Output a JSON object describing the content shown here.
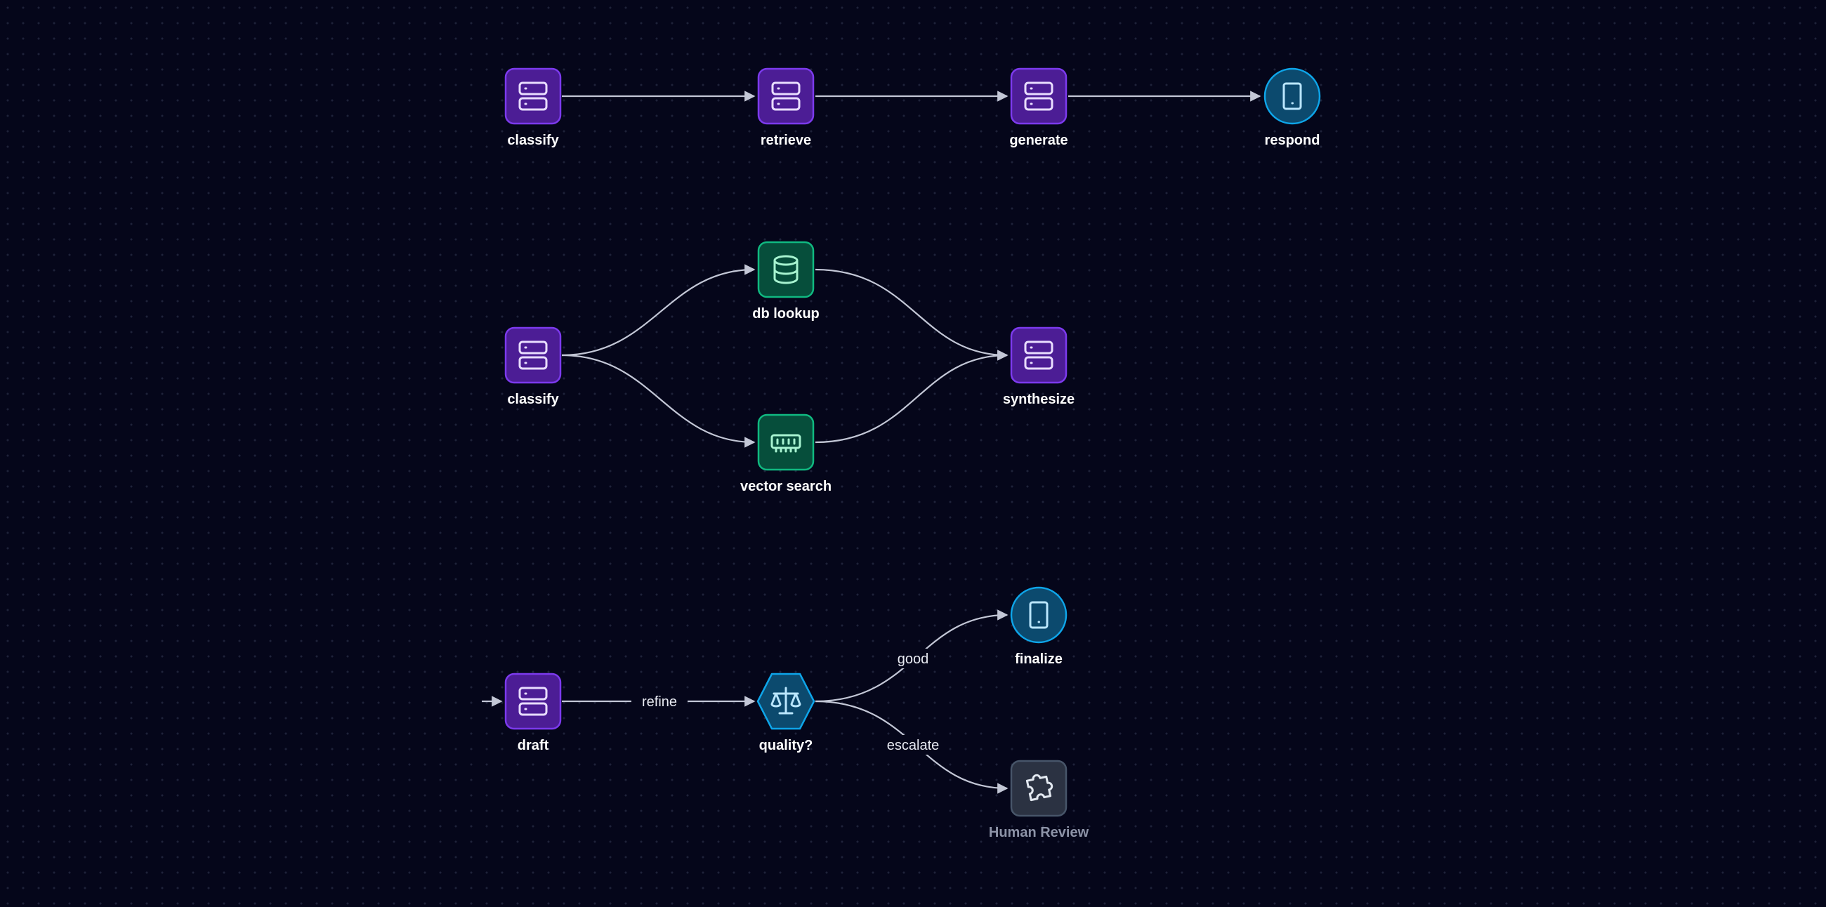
{
  "colors": {
    "background": "#05061a",
    "process_fill": "#4c1d95",
    "process_border": "#7c3aed",
    "process_icon": "#e9ddff",
    "data_fill": "#064e3b",
    "data_border": "#10b981",
    "data_icon": "#a7f3d0",
    "io_fill": "#0c4a6e",
    "io_border": "#0ea5e9",
    "io_icon": "#bae6fd",
    "external_fill": "#2b3242",
    "external_border": "#475569",
    "external_icon": "#e2e8f0",
    "edge": "#c3c7d6"
  },
  "flow1": {
    "nodes": {
      "classify": {
        "label": "classify",
        "icon": "server-icon"
      },
      "retrieve": {
        "label": "retrieve",
        "icon": "server-icon"
      },
      "generate": {
        "label": "generate",
        "icon": "server-icon"
      },
      "respond": {
        "label": "respond",
        "icon": "tablet-icon"
      }
    }
  },
  "flow2": {
    "nodes": {
      "classify": {
        "label": "classify",
        "icon": "server-icon"
      },
      "db_lookup": {
        "label": "db lookup",
        "icon": "database-icon"
      },
      "vector_search": {
        "label": "vector search",
        "icon": "memory-chip-icon"
      },
      "synthesize": {
        "label": "synthesize",
        "icon": "server-icon"
      }
    }
  },
  "flow3": {
    "nodes": {
      "draft": {
        "label": "draft",
        "icon": "server-icon"
      },
      "quality": {
        "label": "quality?",
        "icon": "scale-icon"
      },
      "finalize": {
        "label": "finalize",
        "icon": "tablet-icon"
      },
      "human_review": {
        "label": "Human Review",
        "icon": "puzzle-icon"
      }
    },
    "edges": {
      "refine": "refine",
      "good": "good",
      "escalate": "escalate"
    }
  }
}
